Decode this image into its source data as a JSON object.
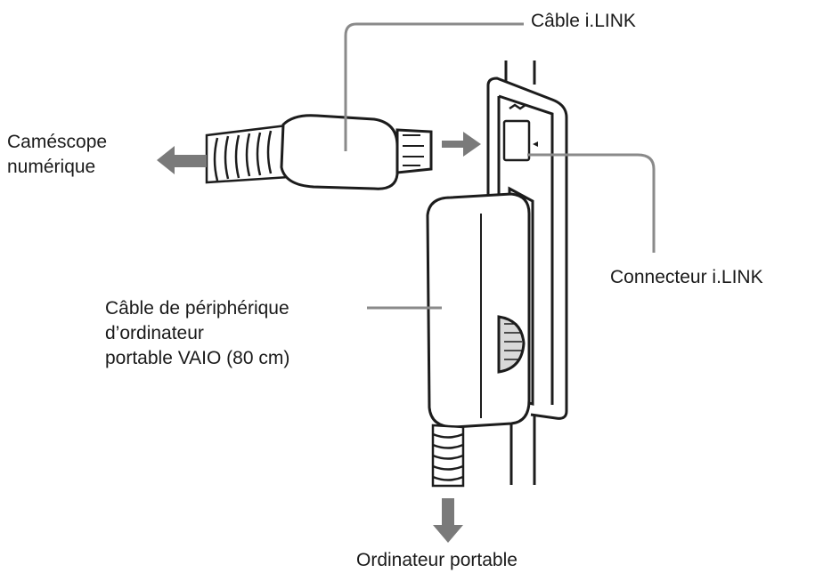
{
  "labels": {
    "cable_ilink": "Câble i.LINK",
    "camcorder_line1": "Caméscope",
    "camcorder_line2": "numérique",
    "connector_ilink": "Connecteur i.LINK",
    "vaio_cable_line1": "Câble de périphérique",
    "vaio_cable_line2": "d’ordinateur",
    "vaio_cable_line3": "portable VAIO (80 cm)",
    "laptop": "Ordinateur portable"
  },
  "colors": {
    "line": "#1c1c1c",
    "leader": "#8a8a8a",
    "arrow": "#7a7a7a",
    "fill": "#ffffff",
    "shade": "#d9d9d9"
  }
}
